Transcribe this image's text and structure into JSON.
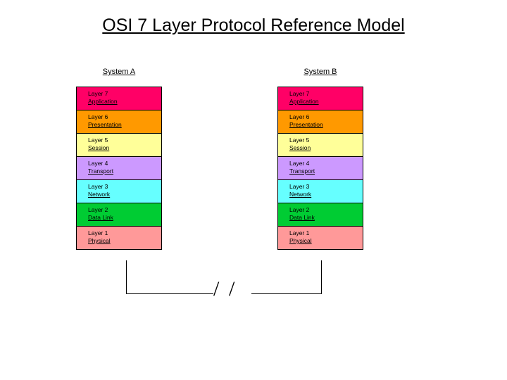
{
  "title": "OSI 7 Layer Protocol Reference Model",
  "systems": [
    {
      "label": "System A"
    },
    {
      "label": "System B"
    }
  ],
  "layers": [
    {
      "number": "Layer 7",
      "name": "Application",
      "color": "#FF0066"
    },
    {
      "number": "Layer 6",
      "name": "Presentation",
      "color": "#FF9900"
    },
    {
      "number": "Layer 5",
      "name": "Session",
      "color": "#FFFF99"
    },
    {
      "number": "Layer 4",
      "name": "Transport",
      "color": "#CC99FF"
    },
    {
      "number": "Layer 3",
      "name": "Network",
      "color": "#66FFFF"
    },
    {
      "number": "Layer 2",
      "name": "Data Link",
      "color": "#00CC33"
    },
    {
      "number": "Layer 1",
      "name": "Physical",
      "color": "#FF9999"
    }
  ],
  "link_break": {
    "slash_1": "/",
    "slash_2": "/"
  }
}
